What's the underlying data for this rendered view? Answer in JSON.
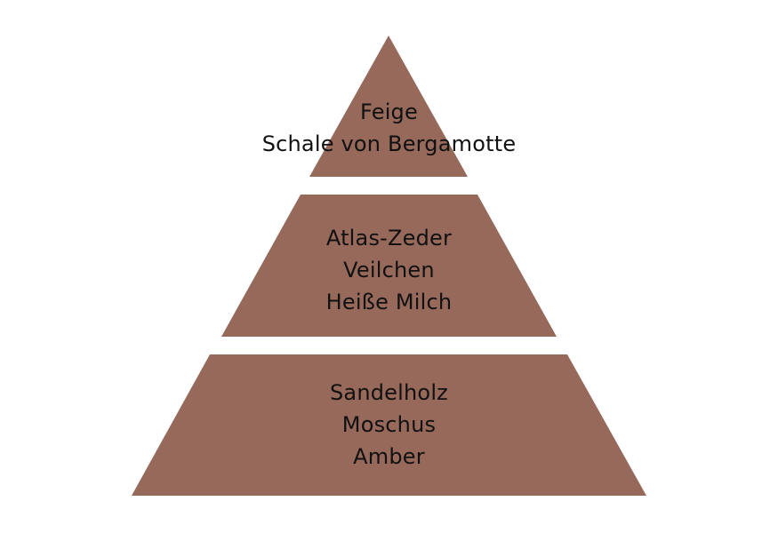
{
  "colors": {
    "tier_fill": "#96695b",
    "text": "#111111",
    "background": "#ffffff"
  },
  "pyramid": {
    "top_notes": {
      "lines": [
        "Feige",
        "Schale von Bergamotte"
      ]
    },
    "heart_notes": {
      "lines": [
        "Atlas-Zeder",
        "Veilchen",
        "Heiße Milch"
      ]
    },
    "base_notes": {
      "lines": [
        "Sandelholz",
        "Moschus",
        "Amber"
      ]
    }
  }
}
